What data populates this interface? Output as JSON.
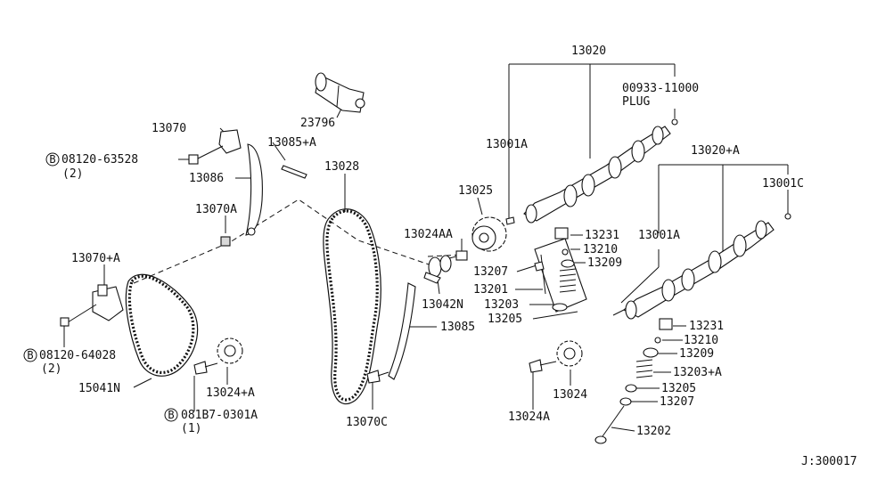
{
  "diagram": {
    "labels": {
      "p13020": "13020",
      "p00933_11000": "00933-11000",
      "plug": "PLUG",
      "p13001A_top": "13001A",
      "p13025": "13025",
      "p13020A": "13020+A",
      "p13001C": "13001C",
      "p13024AA": "13024AA",
      "p13231_top": "13231",
      "p13210_top": "13210",
      "p13209_top": "13209",
      "p13207_top": "13207",
      "p13201": "13201",
      "p13203": "13203",
      "p13205_top": "13205",
      "p13001A_right": "13001A",
      "p13042N": "13042N",
      "p23796": "23796",
      "p13070": "13070",
      "p08120_63528": "08120-63528",
      "qty_63528": "(2)",
      "p13085A": "13085+A",
      "p13086": "13086",
      "p13028": "13028",
      "p13070A": "13070A",
      "p13070plusA": "13070+A",
      "p08120_64028": "08120-64028",
      "qty_64028": "(2)",
      "p15041N": "15041N",
      "p13024A_gear": "13024+A",
      "p081B7_0301A": "081B7-0301A",
      "qty_081B7": "(1)",
      "p13085": "13085",
      "p13070C": "13070C",
      "p13024": "13024",
      "p13024A": "13024A",
      "p13231_low": "13231",
      "p13210_low": "13210",
      "p13209_low": "13209",
      "p13203A": "13203+A",
      "p13205_low": "13205",
      "p13207_low": "13207",
      "p13202": "13202",
      "ref_code": "J:300017",
      "bolt_mark": "B"
    }
  }
}
